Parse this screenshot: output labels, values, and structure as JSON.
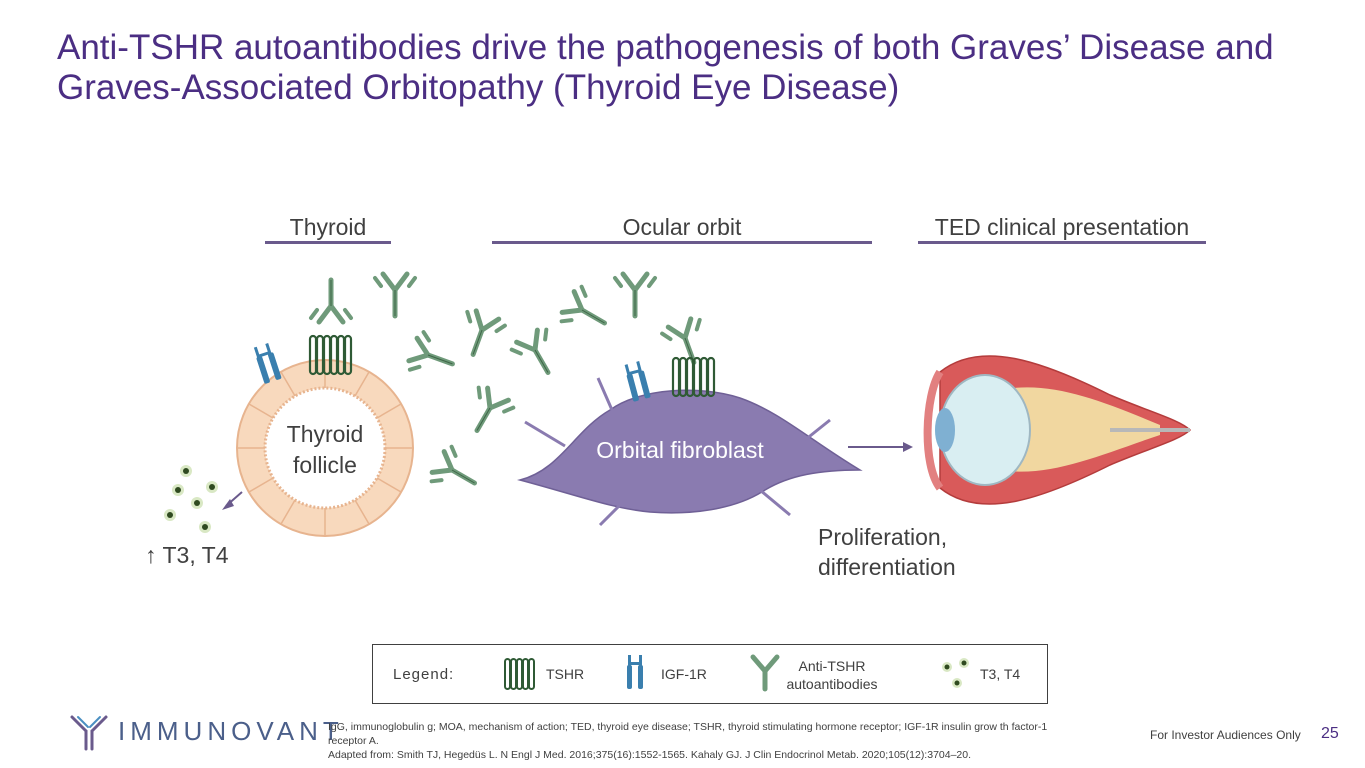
{
  "title": "Anti-TSHR autoantibodies drive the pathogenesis of both Graves’ Disease and Graves-Associated Orbitopathy (Thyroid Eye Disease)",
  "sections": {
    "thyroid": "Thyroid",
    "ocular": "Ocular orbit",
    "ted": "TED clinical presentation"
  },
  "labels": {
    "follicle_line1": "Thyroid",
    "follicle_line2": "follicle",
    "fibroblast": "Orbital fibroblast",
    "t3t4": "↑ T3, T4",
    "prolif_line1": "Proliferation,",
    "prolif_line2": "differentiation"
  },
  "legend": {
    "title": "Legend:",
    "tshr": "TSHR",
    "igf1r": "IGF-1R",
    "antibody_line1": "Anti-TSHR",
    "antibody_line2": "autoantibodies",
    "hormones": "T3, T4"
  },
  "footer": {
    "logo": "IMMUNOVANT",
    "footnote_line1": "IgG, immunoglobulin g; MOA, mechanism of action; TED, thyroid eye disease; TSHR, thyroid stimulating hormone receptor; IGF-1R insulin grow th factor-1",
    "footnote_line2": "receptor A.",
    "footnote_line3": "Adapted from: Smith TJ, Hegedüs L. N Engl J Med. 2016;375(16):1552-1565. Kahaly GJ. J Clin Endocrinol Metab. 2020;105(12):3704–20.",
    "investor": "For Investor Audiences Only",
    "page": "25"
  },
  "colors": {
    "title": "#4b2e83",
    "antibody": "#6f9a7a",
    "tshr": "#2f5a35",
    "igf1r": "#3a7fae",
    "fibroblast": "#8a7bb0",
    "follicle": "#f8d9bd"
  }
}
